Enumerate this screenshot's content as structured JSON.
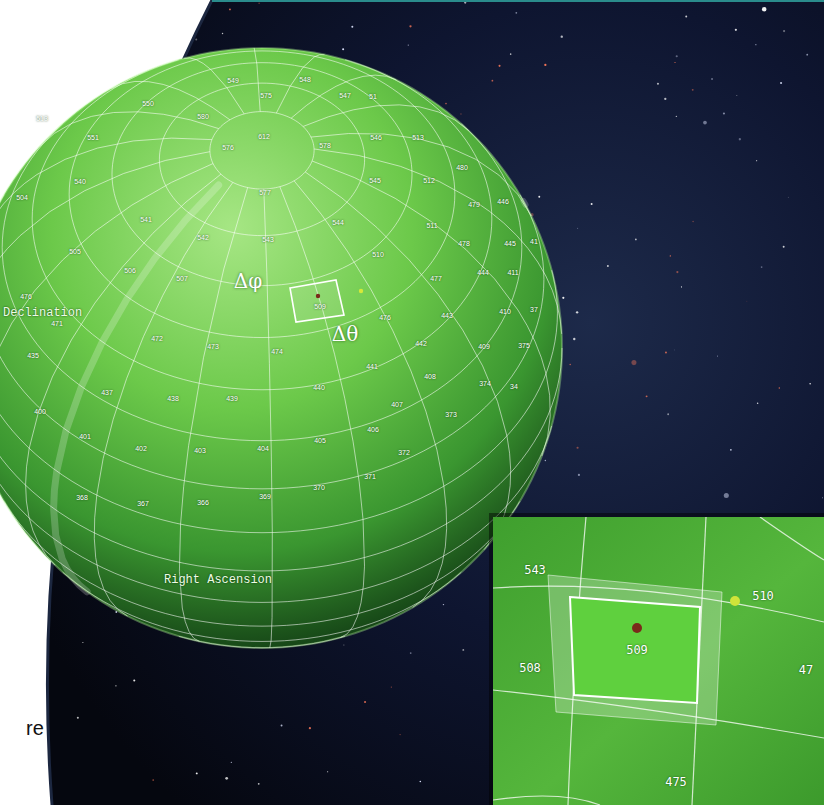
{
  "diagram": {
    "labels": [
      "549",
      "548",
      "575",
      "547",
      "51",
      "550",
      "580",
      "513",
      "551",
      "576",
      "612",
      "578",
      "546",
      "513",
      "480",
      "540",
      "577",
      "545",
      "512",
      "479",
      "446",
      "504",
      "541",
      "542",
      "543",
      "544",
      "511",
      "478",
      "445",
      "41",
      "505",
      "506",
      "507",
      "Δφ",
      "509",
      "510",
      "477",
      "444",
      "411",
      "476",
      "Declination",
      "Δθ",
      "476",
      "443",
      "410",
      "37",
      "471",
      "472",
      "473",
      "474",
      "442",
      "409",
      "375",
      "435",
      "441",
      "408",
      "374",
      "34",
      "437",
      "438",
      "439",
      "440",
      "407",
      "373",
      "400",
      "406",
      "401",
      "402",
      "403",
      "404",
      "405",
      "372",
      "371",
      "368",
      "367",
      "366",
      "369",
      "370",
      "Right Ascension",
      "543",
      "510",
      "509",
      "508",
      "475",
      "47",
      "re"
    ]
  }
}
